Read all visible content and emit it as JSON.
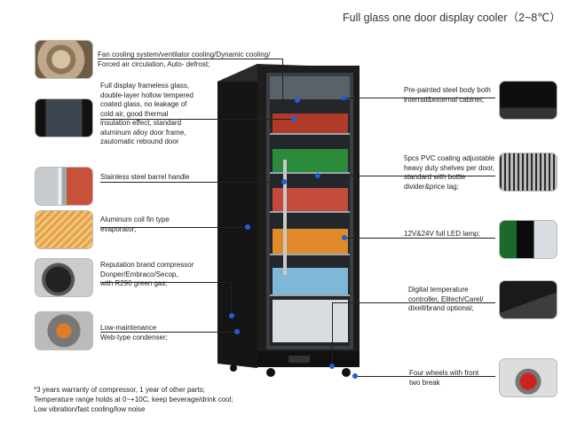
{
  "title": "Full glass one door display cooler（2~8℃）",
  "features": {
    "fan": [
      "Fan cooling system/ventilator cooling/Dynamic cooling/",
      "Forced air circulation, Auto- defrost;"
    ],
    "glass": [
      "Full display frameless glass,",
      "double-layer hollow tempered",
      "coated glass, no leakage of",
      "cold air, good thermal",
      "insulation effect, standard",
      "aluminum alloy door frame,",
      "zautomatic rebound door"
    ],
    "handle": [
      "Stainless steel barrel handle"
    ],
    "evaporator": [
      "Aluminum  coil fin type",
      "evaporator;"
    ],
    "compressor": [
      "Reputation brand compressor",
      "Donper/Embraco/Secop,",
      "with R290 green gas;"
    ],
    "condenser": [
      "Low-maintenance",
      "Web-type condenser;"
    ],
    "body": [
      "Pre-painted steel body both",
      "internal&external cabinet;"
    ],
    "shelves": [
      "5pcs PVC coating adjustable",
      "heavy duty shelves per door,",
      "standard with bottle",
      "divider&price tag;"
    ],
    "lamp": [
      "12V&24V full LED lamp;"
    ],
    "controller": [
      "Digital temperature",
      "controller, Elitech/Carel/",
      "dixell/brand optional;"
    ],
    "wheels": [
      "Four wheels with front",
      "two break"
    ]
  },
  "notes": [
    "*3 years warranty of compressor, 1 year of other parts;",
    "Temperature range holds at 0~+10C, keep beverage/drink cool;",
    "Low vibration/fast cooling/low noise"
  ],
  "colors": {
    "accent_dot": "#1f5fd6",
    "cabinet": "#1a1a1a",
    "line": "#222222"
  }
}
